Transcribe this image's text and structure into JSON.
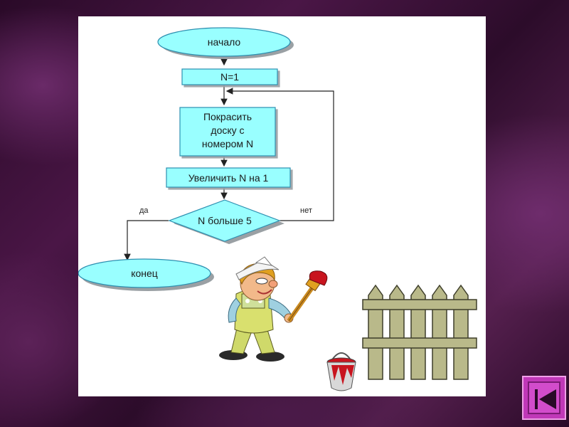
{
  "flowchart": {
    "start": "начало",
    "init": "N=1",
    "paint_lines": [
      "Покрасить",
      "доску с",
      "номером N"
    ],
    "increment": "Увеличить N на 1",
    "condition": "N больше 5",
    "yes_label": "да",
    "no_label": "нет",
    "end": "конец"
  },
  "colors": {
    "node_fill": "#99ffff",
    "node_stroke": "#2e8fb0",
    "background": "#4a1646",
    "nav_button": "#c038b8"
  },
  "icons": {
    "painter": "painter-boy-icon",
    "fence": "fence-icon",
    "bucket": "paint-bucket-icon",
    "nav": "back-to-start-icon"
  }
}
